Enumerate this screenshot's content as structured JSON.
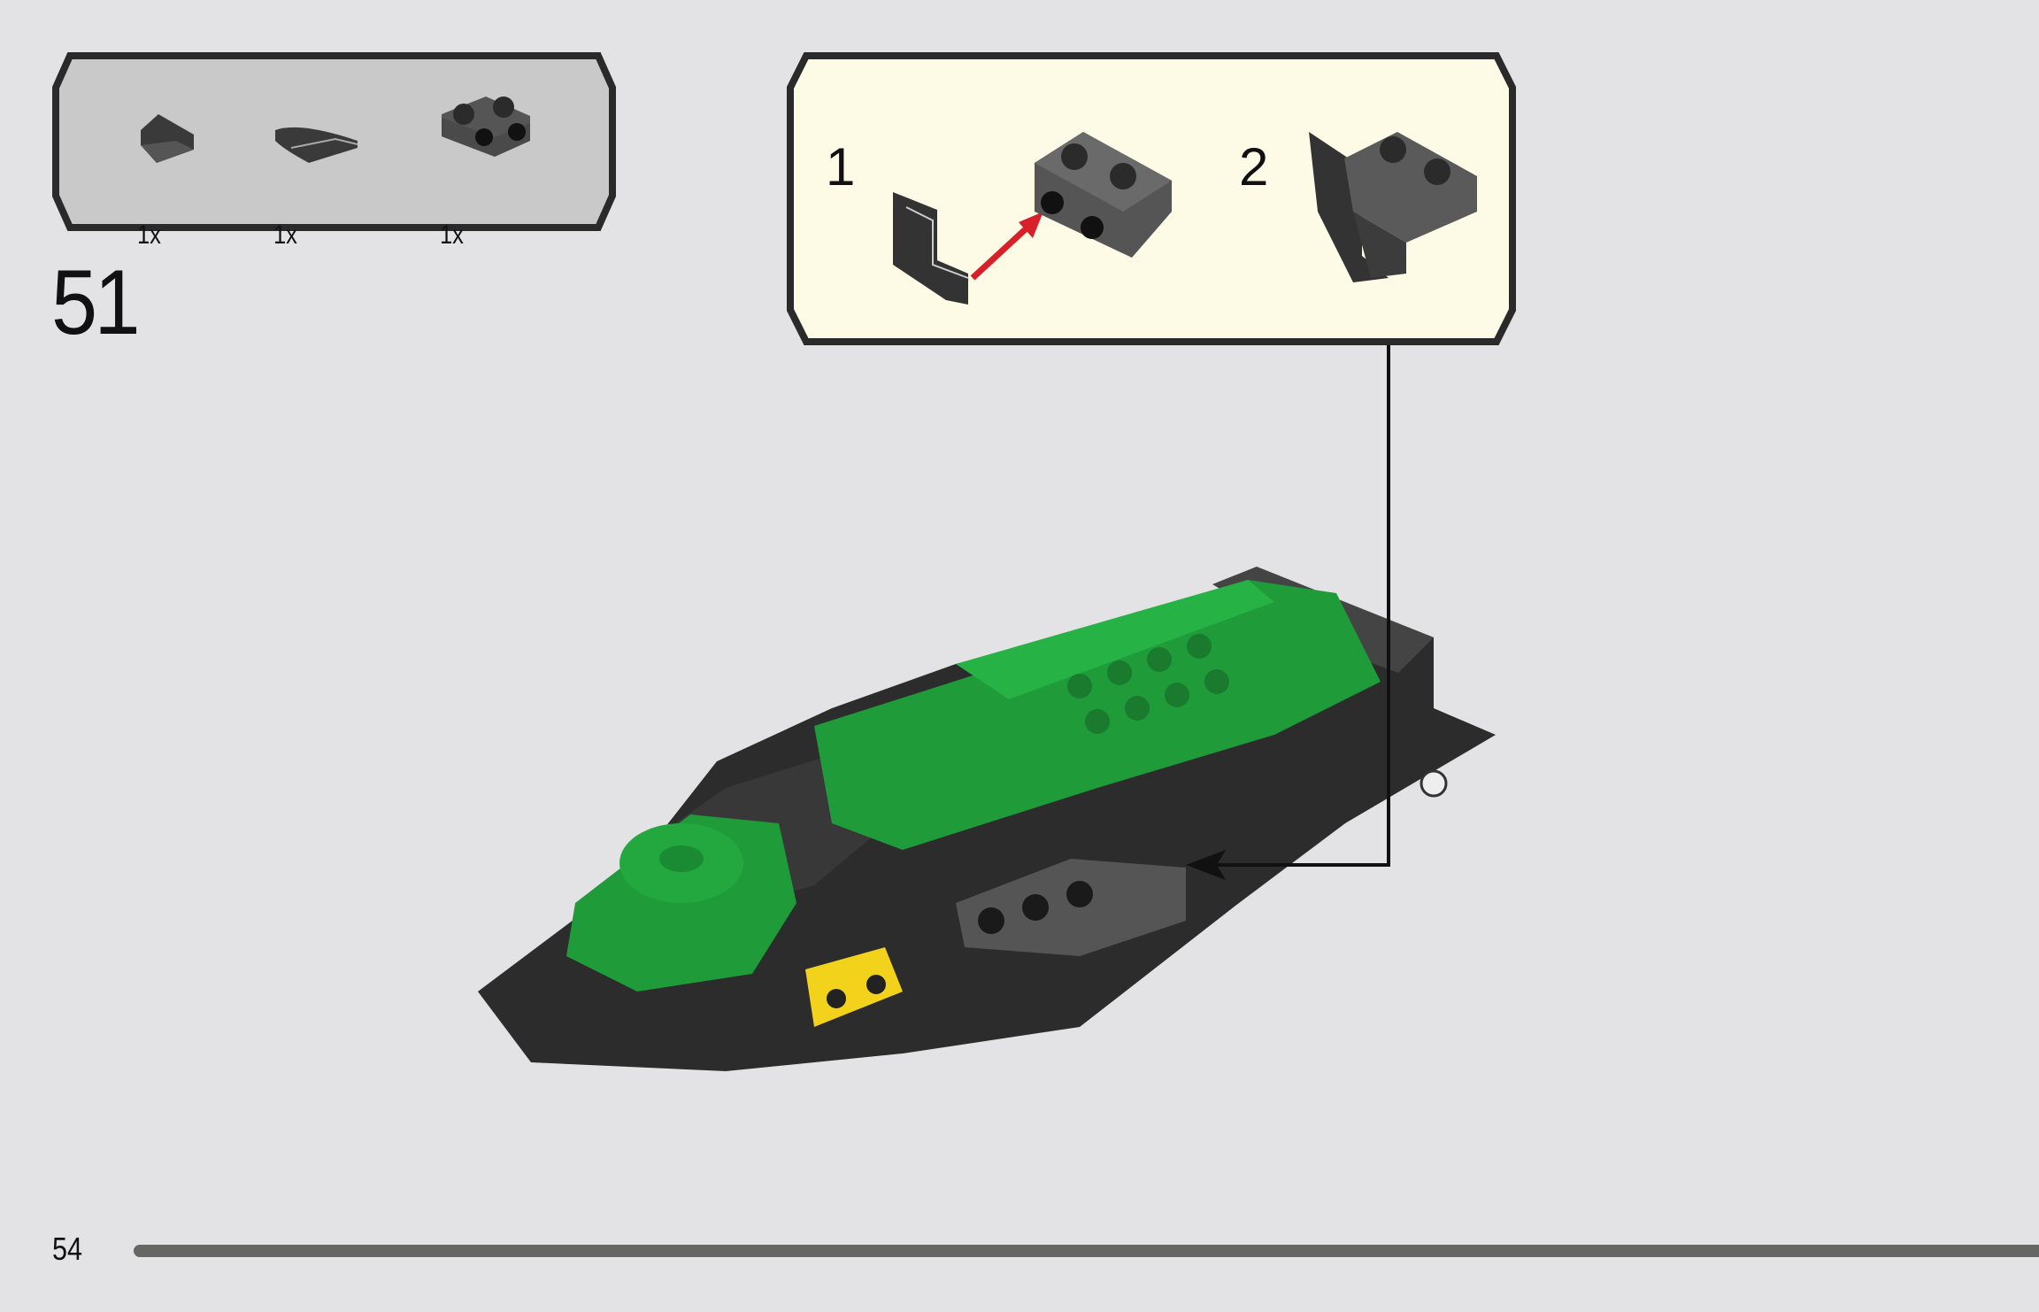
{
  "parts_list": {
    "items": [
      {
        "icon": "slope-brick-dark-gray-icon",
        "quantity": "1x"
      },
      {
        "icon": "curved-slope-dark-gray-icon",
        "quantity": "1x"
      },
      {
        "icon": "bracket-plate-dark-gray-icon",
        "quantity": "1x"
      }
    ]
  },
  "step": {
    "number": "51"
  },
  "callout": {
    "substeps": [
      {
        "number": "1"
      },
      {
        "number": "2"
      }
    ],
    "background": "#fdfbe6",
    "arrow_color": "#d8202a"
  },
  "footer": {
    "page_number": "54"
  },
  "colors": {
    "background": "#e3e2e4",
    "parts_box": "#c8c8c8",
    "model_green": "#1f9b3a",
    "model_dark": "#2a2a2a"
  }
}
